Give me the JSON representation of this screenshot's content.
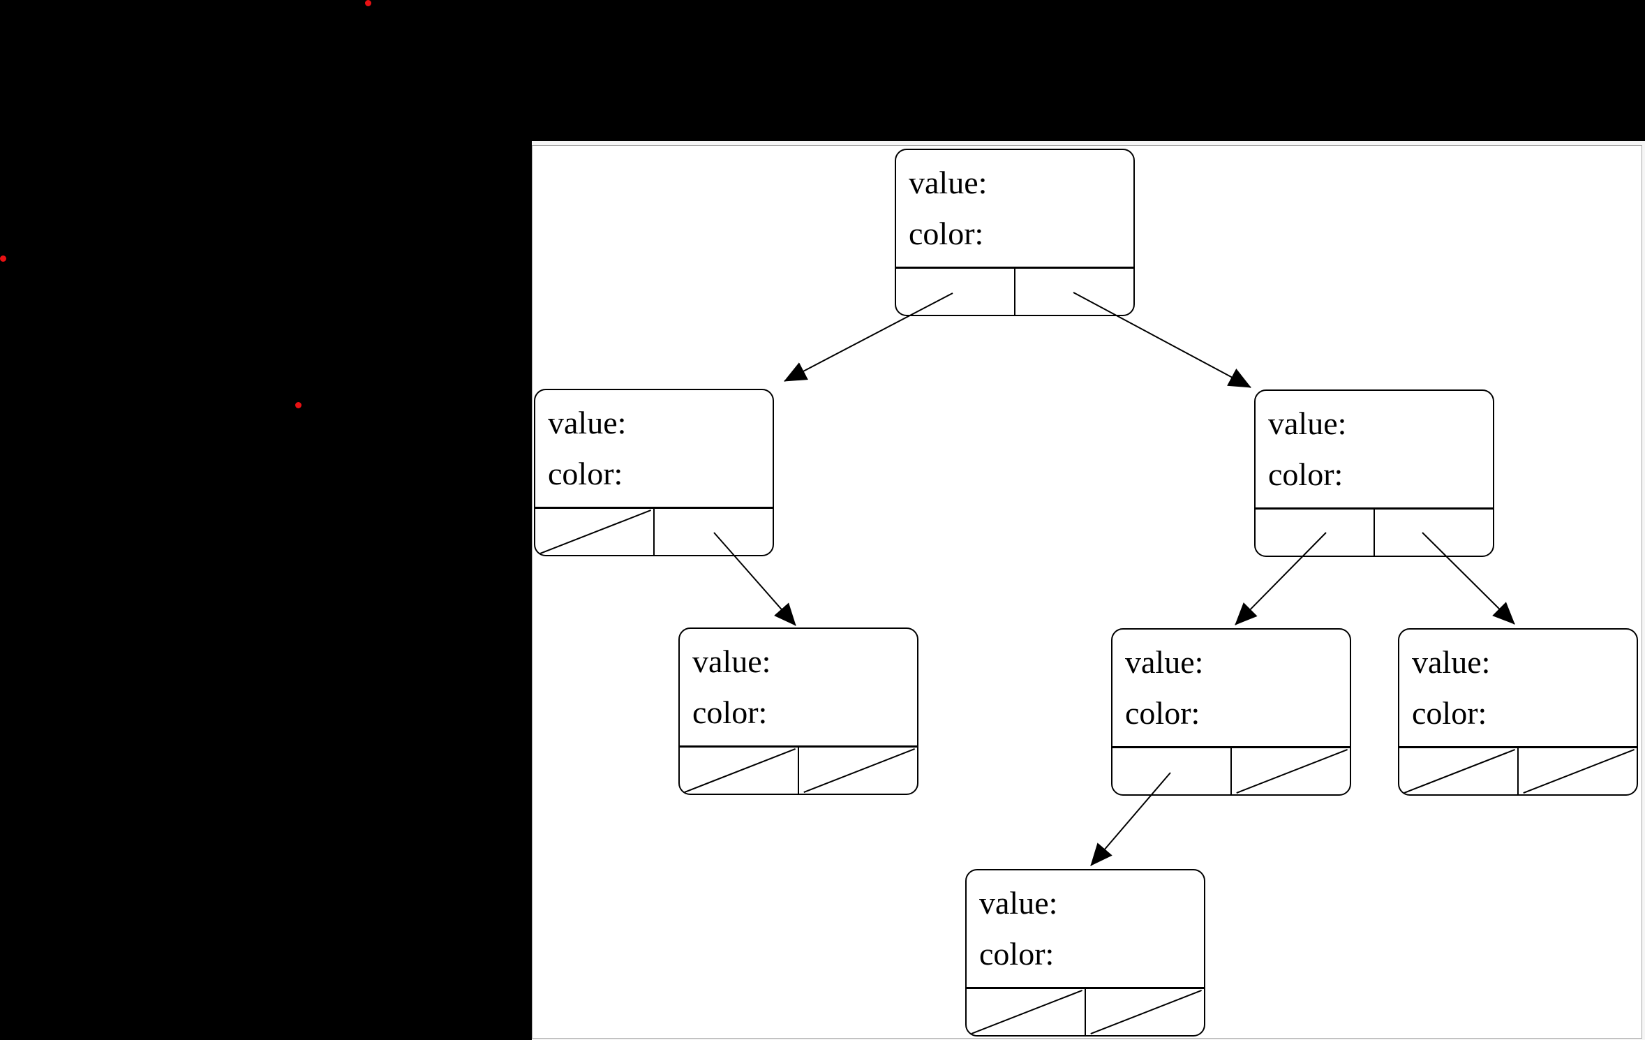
{
  "scene": {
    "background_color": "#000000",
    "panel": {
      "background_color": "#ffffff",
      "border_color": "#a6a6a6",
      "margin_color": "#f5f5f5"
    },
    "marker_dots": {
      "color": "#e81113",
      "count": 3
    }
  },
  "diagram": {
    "kind": "binary tree (red-black tree) node structure diagram",
    "field_labels": {
      "value": "value:",
      "color": "color:"
    },
    "nodes": [
      {
        "id": "root",
        "value_label": "value:",
        "color_label": "color:",
        "left_pointer": "left-child",
        "right_pointer": "right-child"
      },
      {
        "id": "left-child",
        "value_label": "value:",
        "color_label": "color:",
        "left_pointer": "null",
        "right_pointer": "left-right-grandchild"
      },
      {
        "id": "right-child",
        "value_label": "value:",
        "color_label": "color:",
        "left_pointer": "right-left-grandchild",
        "right_pointer": "right-right-grandchild"
      },
      {
        "id": "left-right-grandchild",
        "value_label": "value:",
        "color_label": "color:",
        "left_pointer": "null",
        "right_pointer": "null"
      },
      {
        "id": "right-left-grandchild",
        "value_label": "value:",
        "color_label": "color:",
        "left_pointer": "right-left-left-great-grandchild",
        "right_pointer": "null"
      },
      {
        "id": "right-right-grandchild",
        "value_label": "value:",
        "color_label": "color:",
        "left_pointer": "null",
        "right_pointer": "null"
      },
      {
        "id": "right-left-left-great-grandchild",
        "value_label": "value:",
        "color_label": "color:",
        "left_pointer": "null",
        "right_pointer": "null"
      }
    ],
    "edges": [
      {
        "from": "root",
        "pointer": "left",
        "to": "left-child"
      },
      {
        "from": "root",
        "pointer": "right",
        "to": "right-child"
      },
      {
        "from": "left-child",
        "pointer": "right",
        "to": "left-right-grandchild"
      },
      {
        "from": "right-child",
        "pointer": "left",
        "to": "right-left-grandchild"
      },
      {
        "from": "right-child",
        "pointer": "right",
        "to": "right-right-grandchild"
      },
      {
        "from": "right-left-grandchild",
        "pointer": "left",
        "to": "right-left-left-great-grandchild"
      }
    ]
  }
}
